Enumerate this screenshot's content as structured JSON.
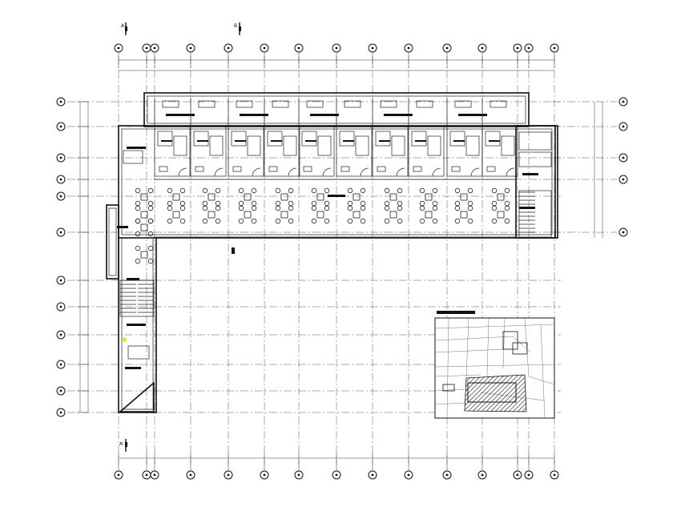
{
  "drawing": {
    "section_markers": {
      "top_left": "A",
      "top_middle": "B",
      "bottom_left": "A'"
    }
  },
  "colors": {
    "line": "#111111",
    "paper": "#ffffff",
    "marker_yellow": "#e8e04a"
  },
  "icons": {
    "grid_bubble": "circle-with-center-dot",
    "section_arrow": "section-marker-icon",
    "north_marker": "black-tick-icon"
  }
}
